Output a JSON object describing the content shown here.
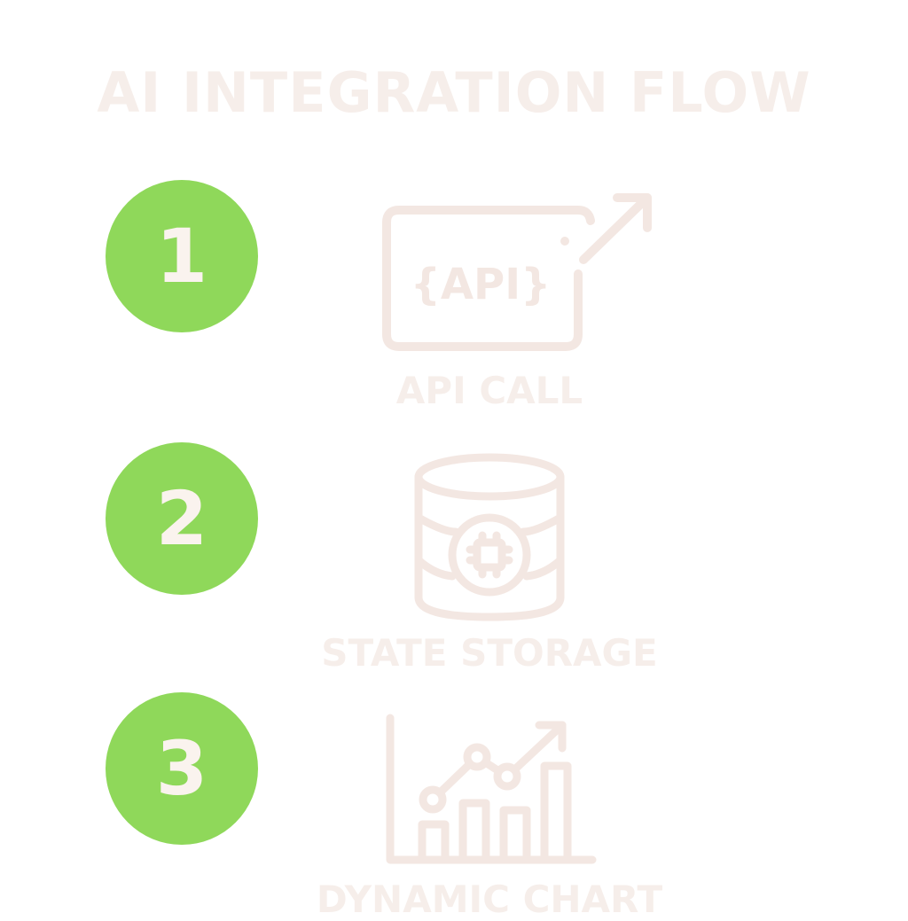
{
  "title": "AI INTEGRATION FLOW",
  "steps": [
    {
      "number": "1",
      "label": "API CALL",
      "icon": "api-window-icon",
      "icon_text": "{API}"
    },
    {
      "number": "2",
      "label": "STATE STORAGE",
      "icon": "database-chip-icon"
    },
    {
      "number": "3",
      "label": "DYNAMIC CHART",
      "icon": "chart-trend-icon"
    }
  ],
  "colors": {
    "badge": "#8fd85a",
    "badge_text": "#faf3ee",
    "faint_text": "#f6eeea",
    "icon_stroke": "#f3e7e2"
  }
}
